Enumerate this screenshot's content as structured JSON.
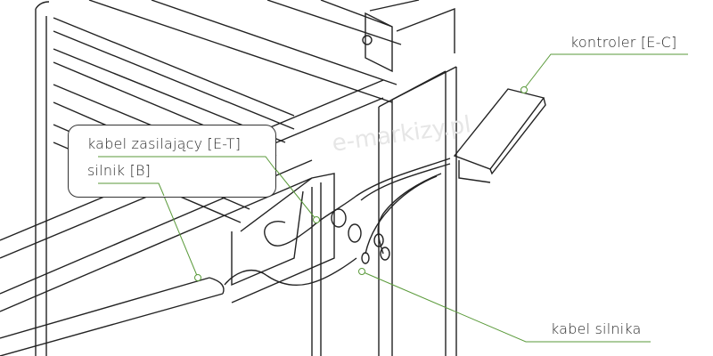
{
  "labels": {
    "power_cable": "kabel zasilający [E-T]",
    "motor": "silnik [B]",
    "controller": "kontroler [E-C]",
    "motor_cable": "kabel silnika"
  },
  "watermark": "e-markizy.pl",
  "colors": {
    "leader_line": "#5a9a3a",
    "drawing": "#222222"
  }
}
